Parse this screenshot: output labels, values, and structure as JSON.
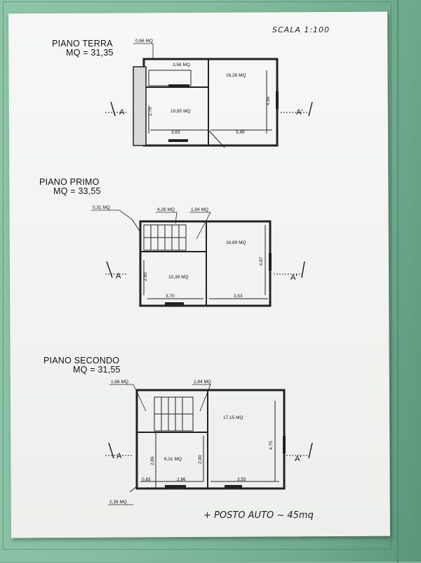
{
  "scale_note": "SCALA 1:100",
  "floors": [
    {
      "name": "PIANO TERRA",
      "area": "MQ = 31,35",
      "rooms": [
        "0,66 MQ",
        "3,58 MQ",
        "16,26 MQ",
        "10,85 MQ"
      ],
      "dims": [
        "2,79",
        "3,63",
        "3,49",
        "4,96"
      ]
    },
    {
      "name": "PIANO PRIMO",
      "area": "MQ = 33,55",
      "rooms": [
        "0,31 MQ",
        "4,26 MQ",
        "1,94 MQ",
        "16,69 MQ",
        "10,39 MQ"
      ],
      "dims": [
        "2,80",
        "3,70",
        "3,53",
        "4,87"
      ]
    },
    {
      "name": "PIANO SECONDO",
      "area": "MQ = 31,55",
      "rooms": [
        "1,66 MQ",
        "1,84 MQ",
        "17,15 MQ",
        "6,31 MQ",
        "2,39 MQ"
      ],
      "dims": [
        "2,86",
        "2,90",
        "0,83",
        "2,86",
        "3,55",
        "4,75"
      ]
    }
  ],
  "section_labels": {
    "a": "A",
    "a_prime": "A'"
  },
  "footer_note": "+ POSTO AUTO ~ 45mq"
}
